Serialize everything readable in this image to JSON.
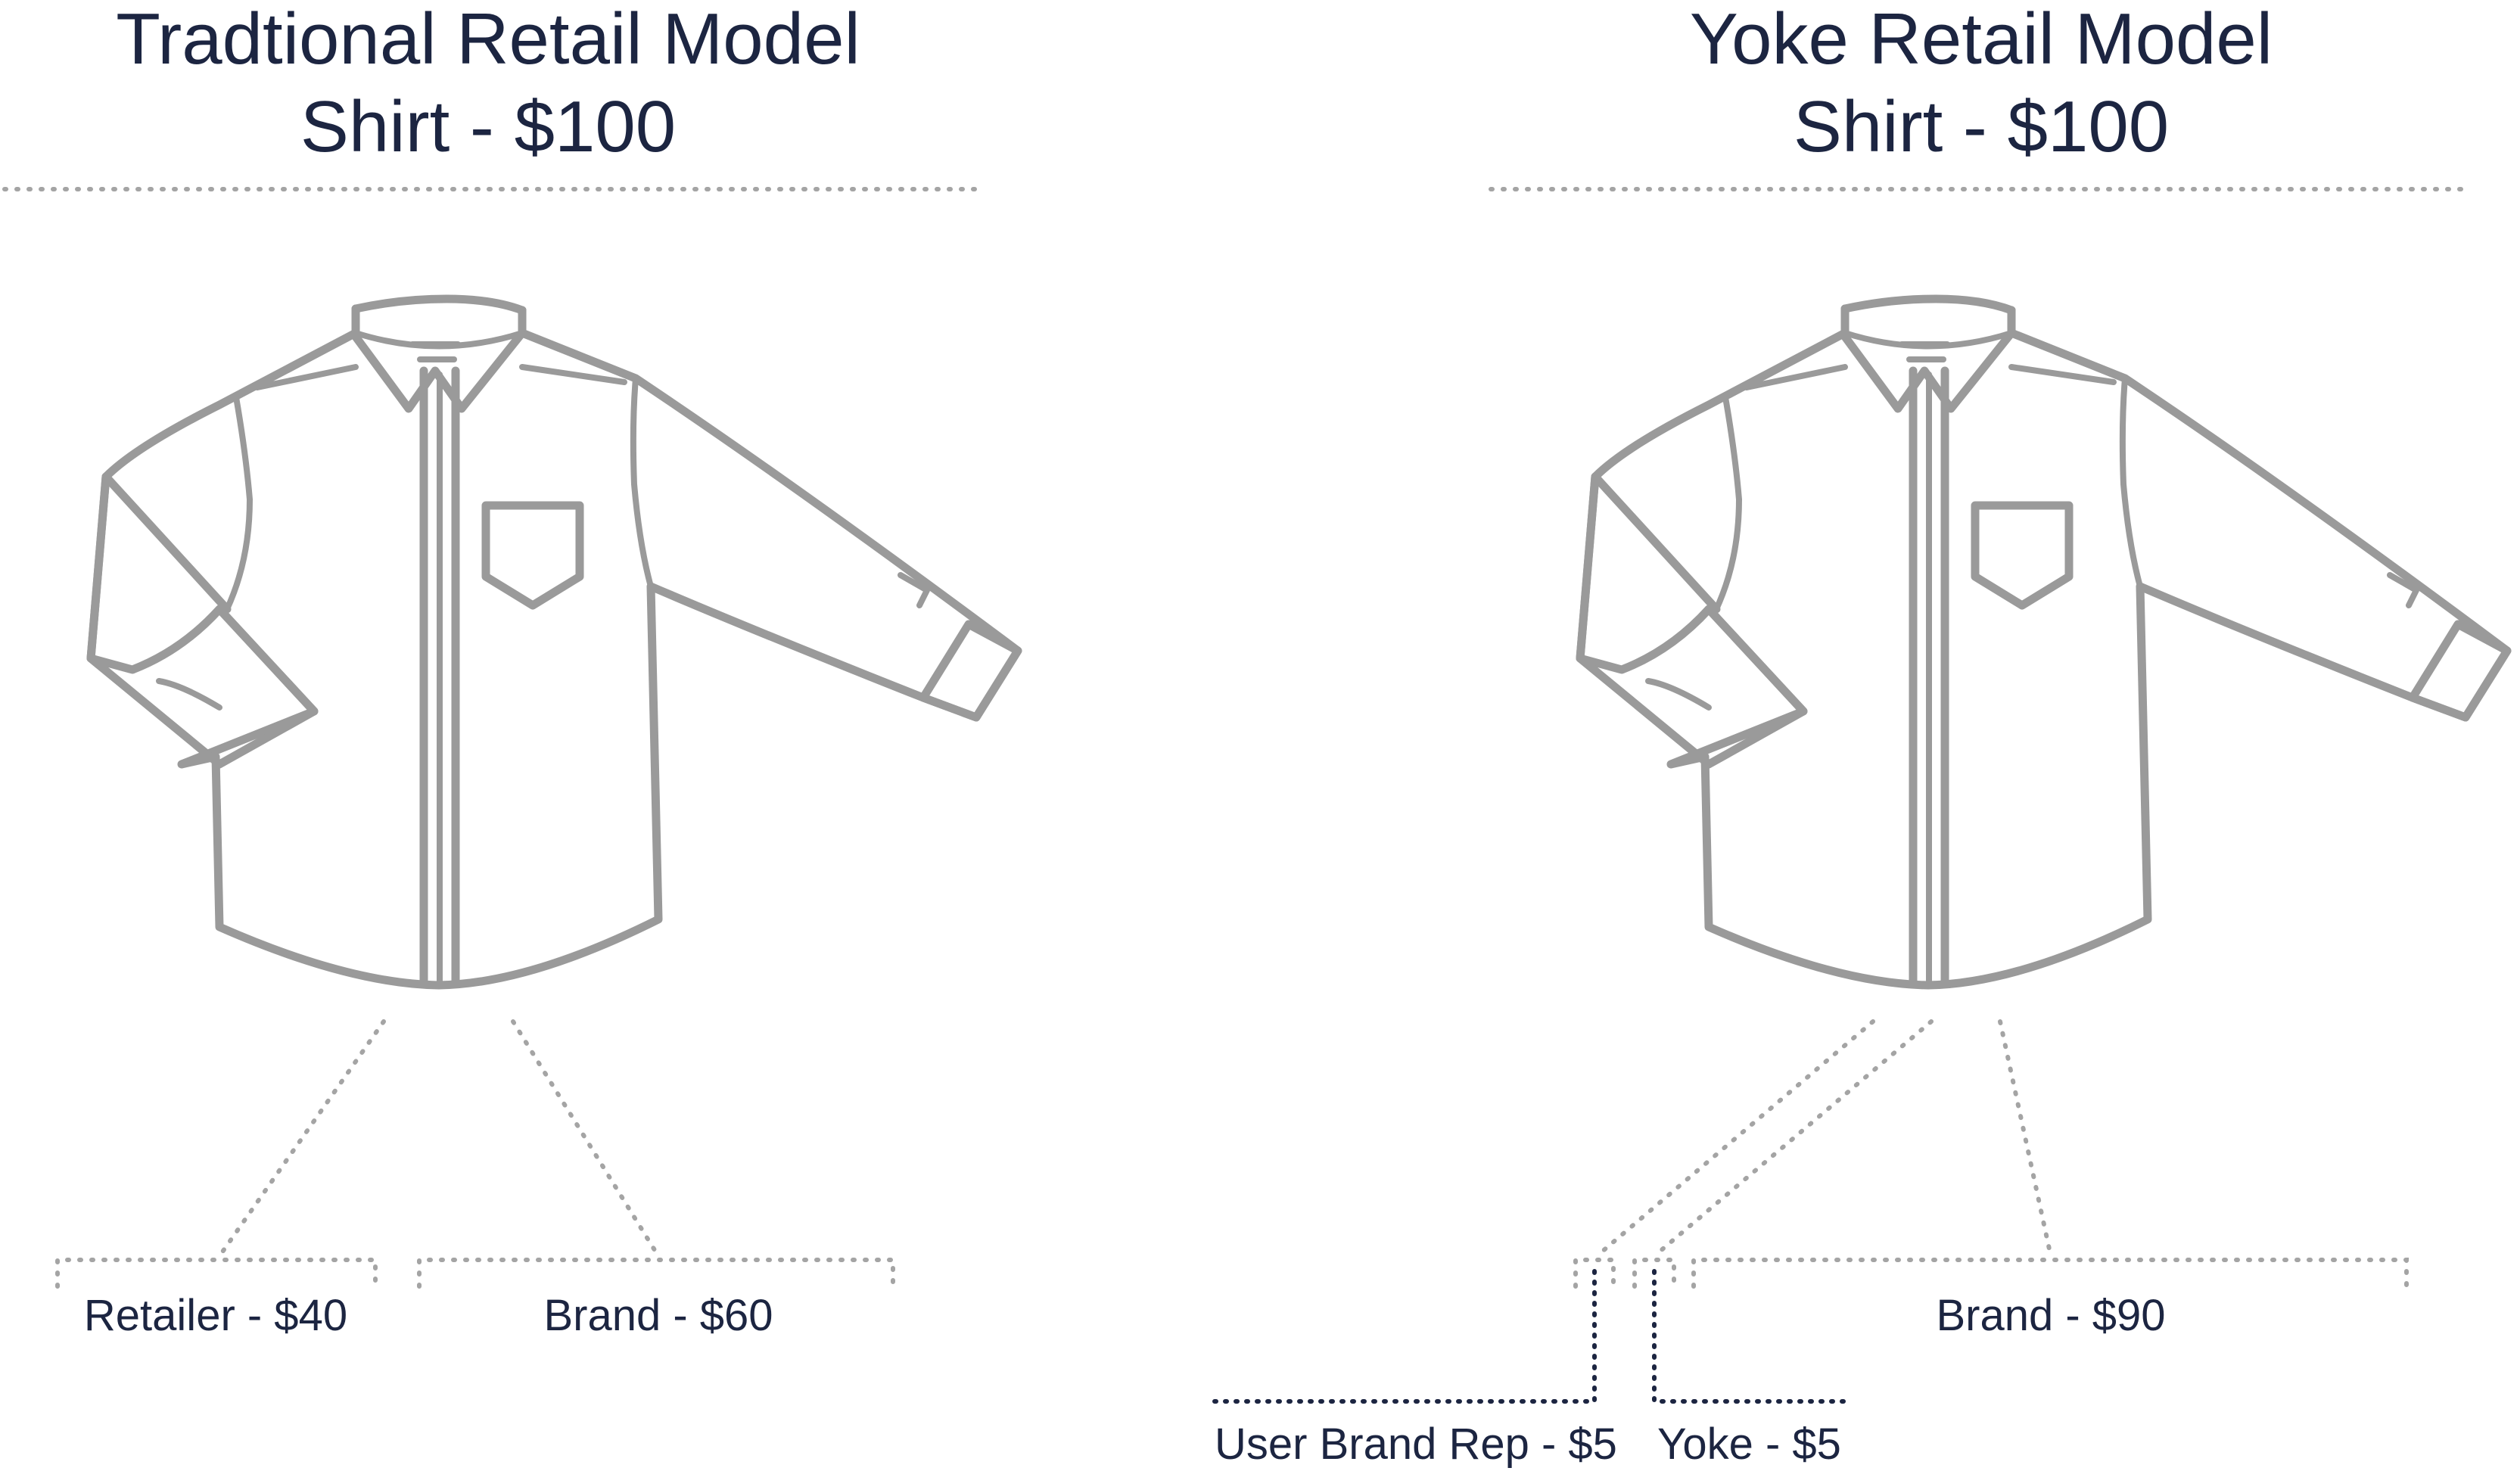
{
  "left_model": {
    "title": "Tradtional Retail Model",
    "subtitle": "Shirt - $100",
    "shares": [
      {
        "label": "Retailer - $40",
        "amount": 40
      },
      {
        "label": "Brand - $60",
        "amount": 60
      }
    ]
  },
  "right_model": {
    "title": "Yoke Retail Model",
    "subtitle": "Shirt - $100",
    "shares": [
      {
        "label": "Brand - $90",
        "amount": 90
      },
      {
        "label": "User Brand Rep - $5",
        "amount": 5
      },
      {
        "label": "Yoke - $5",
        "amount": 5
      }
    ]
  },
  "colors": {
    "text": "#1c2541",
    "shirt_outline": "#9a9a9a",
    "dotted_line": "#a4a4a4"
  }
}
